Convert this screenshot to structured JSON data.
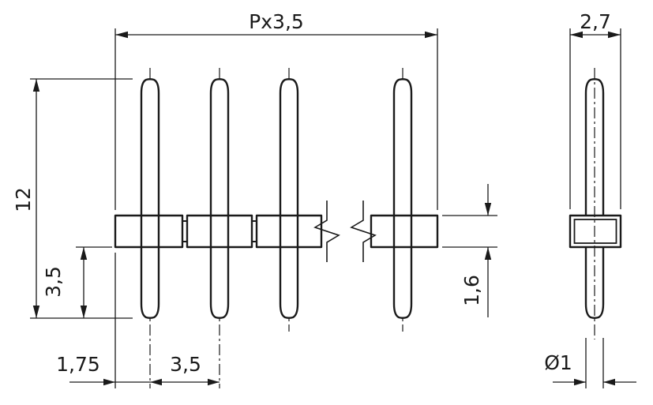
{
  "drawing": {
    "colors": {
      "line": "#1a1a1a",
      "background": "#ffffff"
    },
    "labels": {
      "overall_length": "Px3,5",
      "pin_length": "12",
      "tail_below_body": "3,5",
      "end_margin": "1,75",
      "pitch": "3,5",
      "body_thickness": "1,6",
      "body_width_side": "2,7",
      "pin_diameter": "Ø1"
    }
  }
}
